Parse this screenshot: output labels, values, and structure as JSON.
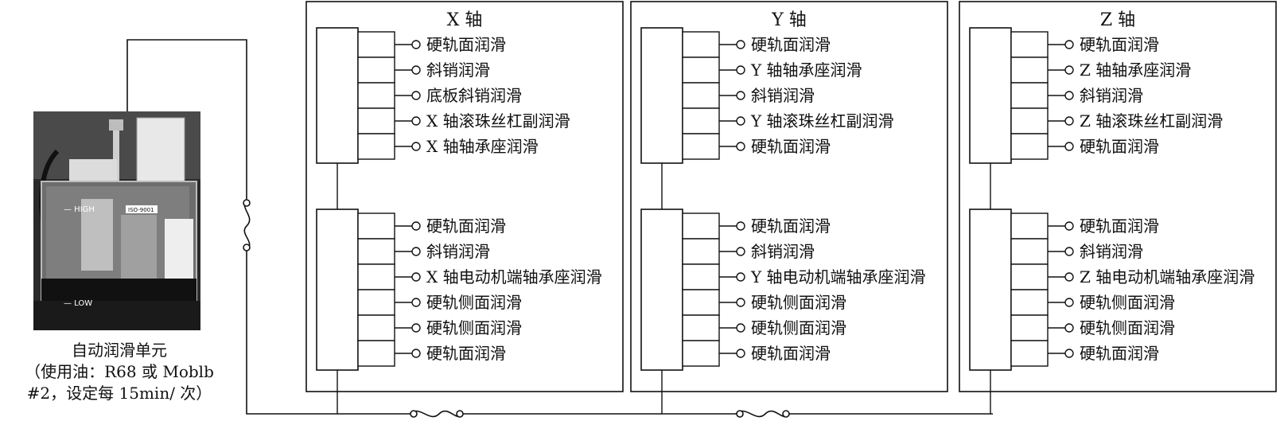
{
  "unit": {
    "caption_line1": "自动润滑单元",
    "caption_line2": "（使用油：R68 或 Moblb",
    "caption_line3": "#2，设定每 15min/ 次）",
    "photo": {
      "label_high": "— HIGH",
      "label_low": "— LOW",
      "cert_label": "ISO-9001"
    }
  },
  "axes": [
    {
      "title": "X 轴",
      "upper": [
        "硬轨面润滑",
        "斜销润滑",
        "底板斜销润滑",
        "X 轴滚珠丝杠副润滑",
        "X 轴轴承座润滑"
      ],
      "lower": [
        "硬轨面润滑",
        "斜销润滑",
        "X 轴电动机端轴承座润滑",
        "硬轨侧面润滑",
        "硬轨侧面润滑",
        "硬轨面润滑"
      ]
    },
    {
      "title": "Y 轴",
      "upper": [
        "硬轨面润滑",
        "Y 轴轴承座润滑",
        "斜销润滑",
        "Y 轴滚珠丝杠副润滑",
        "硬轨面润滑"
      ],
      "lower": [
        "硬轨面润滑",
        "斜销润滑",
        "Y 轴电动机端轴承座润滑",
        "硬轨侧面润滑",
        "硬轨侧面润滑",
        "硬轨面润滑"
      ]
    },
    {
      "title": "Z 轴",
      "upper": [
        "硬轨面润滑",
        "Z 轴轴承座润滑",
        "斜销润滑",
        "Z 轴滚珠丝杠副润滑",
        "硬轨面润滑"
      ],
      "lower": [
        "硬轨面润滑",
        "斜销润滑",
        "Z 轴电动机端轴承座润滑",
        "硬轨侧面润滑",
        "硬轨侧面润滑",
        "硬轨面润滑"
      ]
    }
  ]
}
